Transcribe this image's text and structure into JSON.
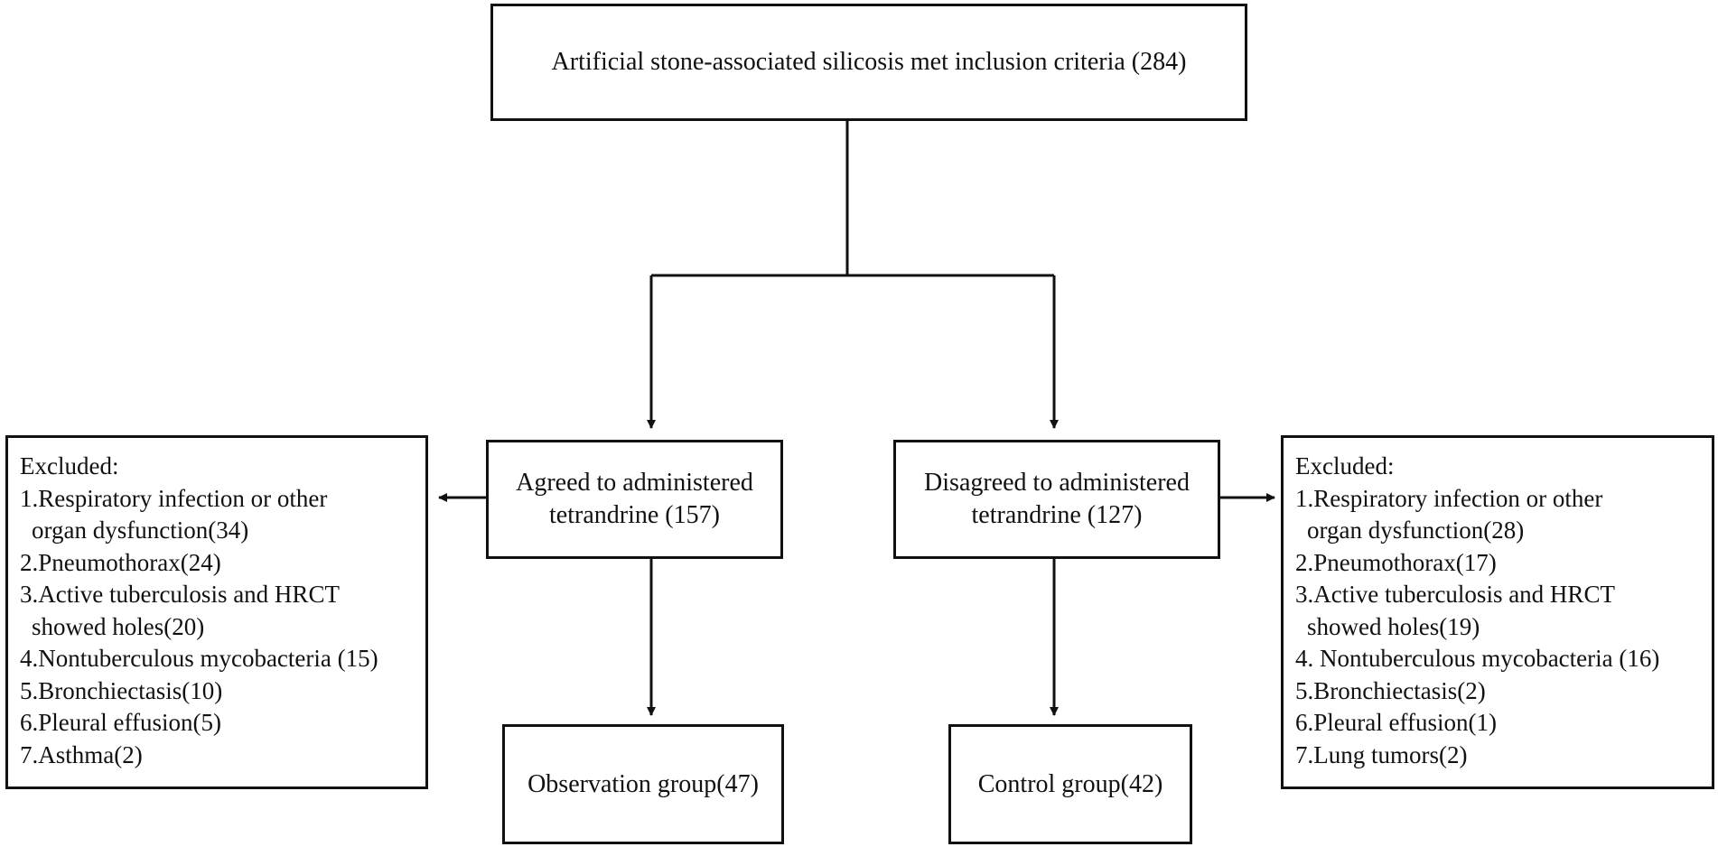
{
  "flowchart": {
    "top": {
      "label": "Artificial stone-associated silicosis met inclusion criteria (284)"
    },
    "agreed": {
      "line1": "Agreed to administered",
      "line2": "tetrandrine (157)"
    },
    "disagreed": {
      "line1": "Disagreed to administered",
      "line2": "tetrandrine (127)"
    },
    "observation": {
      "label": "Observation group(47)"
    },
    "control": {
      "label": "Control group(42)"
    },
    "excluded_left": {
      "title": "Excluded:",
      "lines": [
        "1.Respiratory infection or other",
        "organ dysfunction(34)",
        "2.Pneumothorax(24)",
        "3.Active tuberculosis and HRCT",
        "showed holes(20)",
        "4.Nontuberculous mycobacteria (15)",
        "5.Bronchiectasis(10)",
        "6.Pleural effusion(5)",
        "7.Asthma(2)"
      ]
    },
    "excluded_right": {
      "title": "Excluded:",
      "lines": [
        "1.Respiratory infection or other",
        "organ dysfunction(28)",
        "2.Pneumothorax(17)",
        "3.Active tuberculosis and HRCT",
        "showed holes(19)",
        "4. Nontuberculous mycobacteria (16)",
        "5.Bronchiectasis(2)",
        "6.Pleural effusion(1)",
        "7.Lung tumors(2)"
      ]
    }
  }
}
